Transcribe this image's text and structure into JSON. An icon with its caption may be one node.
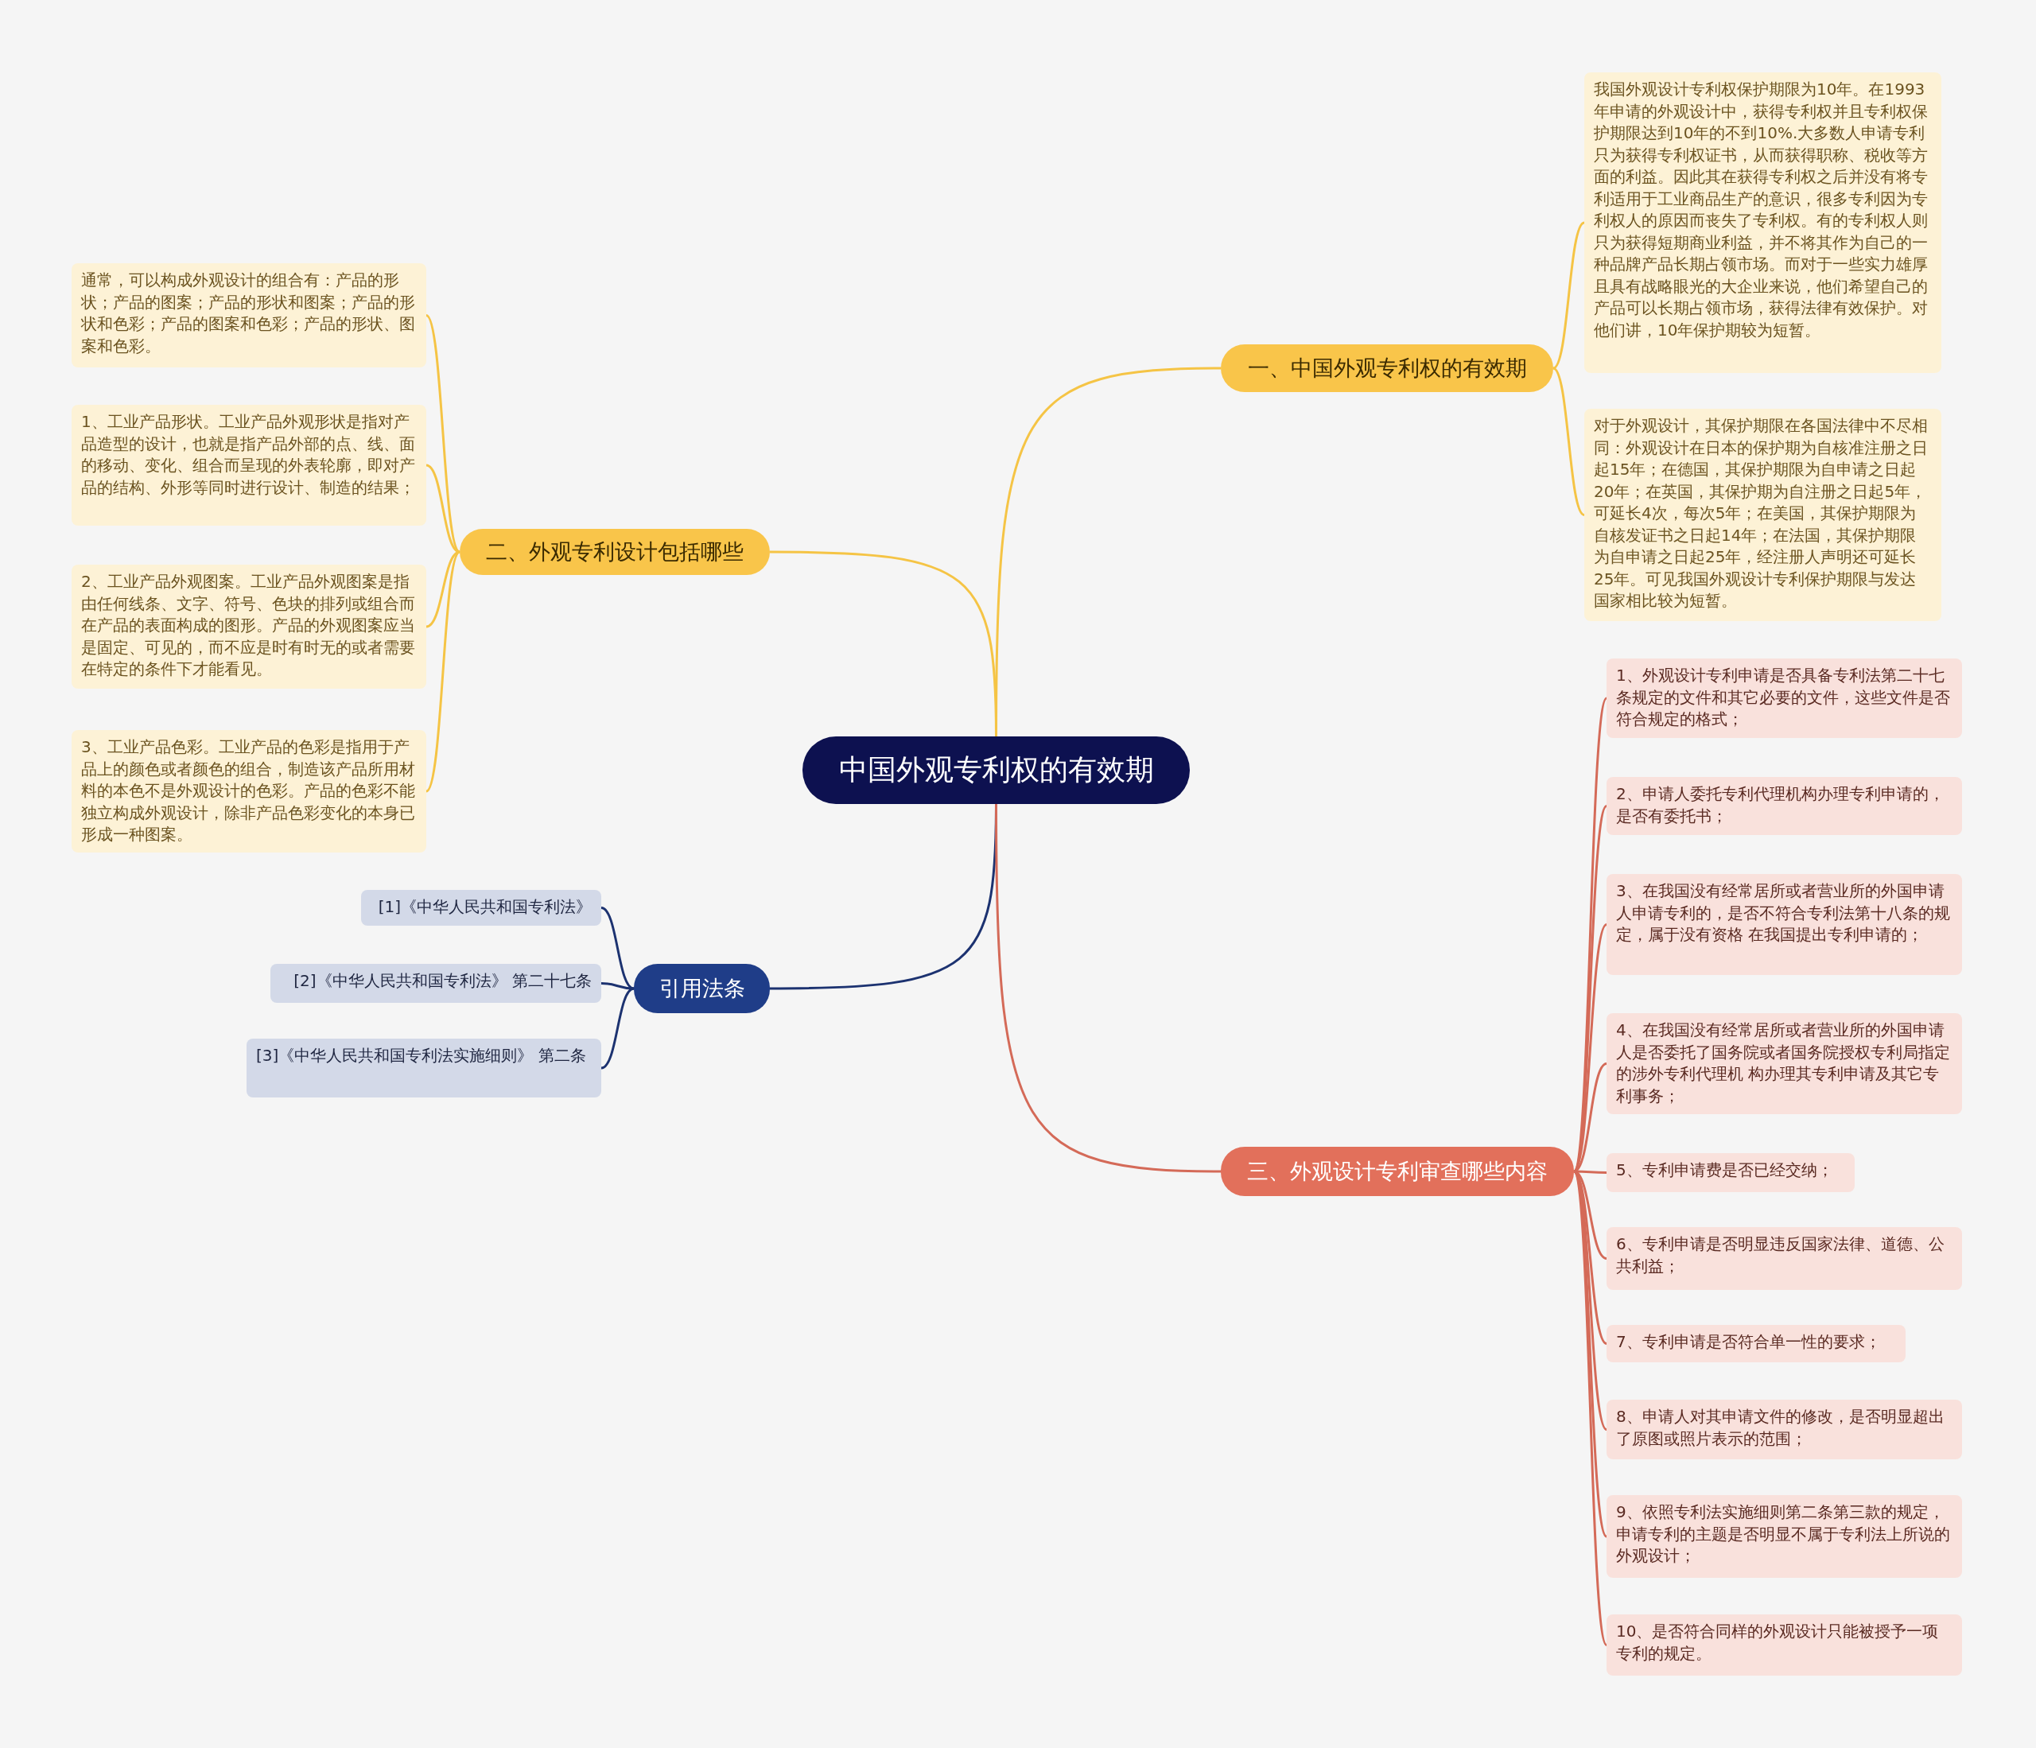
{
  "diagram": {
    "nodes": [
      {
        "text": [
          "中国外观专利权的有效期"
        ]
      },
      {
        "text": [
          "一、中国外观专利权的有效期"
        ]
      },
      {
        "text": [
          "我国外观设计专利权保护期限为10年。在1993年申请的外观设计中，获得专利权并且专利权保护期限达到10年的不到10%.大多数人申请专利只为获得专利权证书，从而获得职称、税收等方面的利益。因此其在获得专利权之后并没有将专利适用于工业商品生产的意识，很多专利因为专利权人的原因而丧失了专利权。有的专利权人则只为获得短期商业利益，并不将其作为自己的一种品牌产品长期占领市场。而对于一些实力雄厚且具有战略眼光的大企业来说，他们希望自己的产品可以长期占领市场，获得法律有效保护。对他们讲，10年保护期较为短暂。"
        ]
      },
      {
        "text": [
          "对于外观设计，其保护期限在各国法律中不尽相同：外观设计在日本的保护期为自核准注册之日起15年；在德国，其保护期限为自申请之日起20年；在英国，其保护期为自注册之日起5年，可延长4次，每次5年；在美国，其保护期限为自核发证书之日起14年；在法国，其保护期限为自申请之日起25年，经注册人声明还可延长25年。可见我国外观设计专利保护期限与发达国家相比较为短暂。"
        ]
      },
      {
        "text": [
          "二、外观专利设计包括哪些"
        ]
      },
      {
        "text": [
          "通常，可以构成外观设计的组合有：产品的形状；产品的图案；产品的形状和图案；产品的形状和色彩；产品的图案和色彩；产品的形状、图案和色彩。"
        ]
      },
      {
        "text": [
          "1、工业产品形状。工业产品外观形状是指对产品造型的设计，也就是指产品外部的点、线、面的移动、变化、组合而呈现的外表轮廓，即对产品的结构、外形等同时进行设计、制造的结果；"
        ]
      },
      {
        "text": [
          "2、工业产品外观图案。工业产品外观图案是指由任何线条、文字、符号、色块的排列或组合而在产品的表面构成的图形。产品的外观图案应当是固定、可见的，而不应是时有时无的或者需要在特定的条件下才能看见。"
        ]
      },
      {
        "text": [
          "3、工业产品色彩。工业产品的色彩是指用于产品上的颜色或者颜色的组合，制造该产品所用材料的本色不是外观设计的色彩。产品的色彩不能独立构成外观设计，除非产品色彩变化的本身已形成一种图案。"
        ]
      },
      {
        "text": [
          "引用法条"
        ]
      },
      {
        "text": [
          "[1]《中华人民共和国专利法》"
        ]
      },
      {
        "text": [
          "[2]《中华人民共和国专利法》 第二十七条"
        ]
      },
      {
        "text": [
          "[3]《中华人民共和国专利法实施细则》 第二条"
        ]
      },
      {
        "text": [
          "三、外观设计专利审查哪些内容"
        ]
      },
      {
        "text": [
          "1、外观设计专利申请是否具备专利法第二十七条规定的文件和其它必要的文件，这些文件是否符合规定的格式；"
        ]
      },
      {
        "text": [
          "2、申请人委托专利代理机构办理专利申请的，是否有委托书；"
        ]
      },
      {
        "text": [
          "3、在我国没有经常居所或者营业所的外国申请人申请专利的，是否不符合专利法第十八条的规定，属于没有资格 在我国提出专利申请的；"
        ]
      },
      {
        "text": [
          "4、在我国没有经常居所或者营业所的外国申请人是否委托了国务院或者国务院授权专利局指定的涉外专利代理机 构办理其专利申请及其它专利事务；"
        ]
      },
      {
        "text": [
          "5、专利申请费是否已经交纳；"
        ]
      },
      {
        "text": [
          "6、专利申请是否明显违反国家法律、道德、公共利益；"
        ]
      },
      {
        "text": [
          "7、专利申请是否符合单一性的要求；"
        ]
      },
      {
        "text": [
          "8、申请人对其申请文件的修改，是否明显超出了原图或照片表示的范围；"
        ]
      },
      {
        "text": [
          "9、依照专利法实施细则第二条第三款的规定，申请专利的主题是否明显不属于专利法上所说的外观设计；"
        ]
      },
      {
        "text": [
          "10、是否符合同样的外观设计只能被授予一项专利的规定。"
        ]
      }
    ],
    "edges": [
      {
        "from": 0,
        "to": 1,
        "arrow": "none",
        "color": "#f5c445"
      },
      {
        "from": 1,
        "to": 2,
        "arrow": "none",
        "color": "#f5c445"
      },
      {
        "from": 1,
        "to": 3,
        "arrow": "none",
        "color": "#f5c445"
      },
      {
        "from": 0,
        "to": 4,
        "arrow": "none",
        "color": "#f5c445"
      },
      {
        "from": 4,
        "to": 5,
        "arrow": "none",
        "color": "#f5c445"
      },
      {
        "from": 4,
        "to": 6,
        "arrow": "none",
        "color": "#f5c445"
      },
      {
        "from": 4,
        "to": 7,
        "arrow": "none",
        "color": "#f5c445"
      },
      {
        "from": 4,
        "to": 8,
        "arrow": "none",
        "color": "#f5c445"
      },
      {
        "from": 0,
        "to": 9,
        "arrow": "none",
        "color": "#1c3270"
      },
      {
        "from": 9,
        "to": 10,
        "arrow": "none",
        "color": "#1c3270"
      },
      {
        "from": 9,
        "to": 11,
        "arrow": "none",
        "color": "#1c3270"
      },
      {
        "from": 9,
        "to": 12,
        "arrow": "none",
        "color": "#1c3270"
      },
      {
        "from": 0,
        "to": 13,
        "arrow": "none"
      },
      {
        "from": 13,
        "to": 14,
        "arrow": "none"
      },
      {
        "from": 13,
        "to": 15,
        "arrow": "none"
      },
      {
        "from": 13,
        "to": 16,
        "arrow": "none"
      },
      {
        "from": 13,
        "to": 17,
        "arrow": "none"
      },
      {
        "from": 13,
        "to": 18,
        "arrow": "none"
      },
      {
        "from": 13,
        "to": 19,
        "arrow": "none"
      },
      {
        "from": 13,
        "to": 20,
        "arrow": "none"
      },
      {
        "from": 13,
        "to": 21,
        "arrow": "none"
      },
      {
        "from": 13,
        "to": 22,
        "arrow": "none"
      },
      {
        "from": 13,
        "to": 23,
        "arrow": "none"
      }
    ]
  }
}
